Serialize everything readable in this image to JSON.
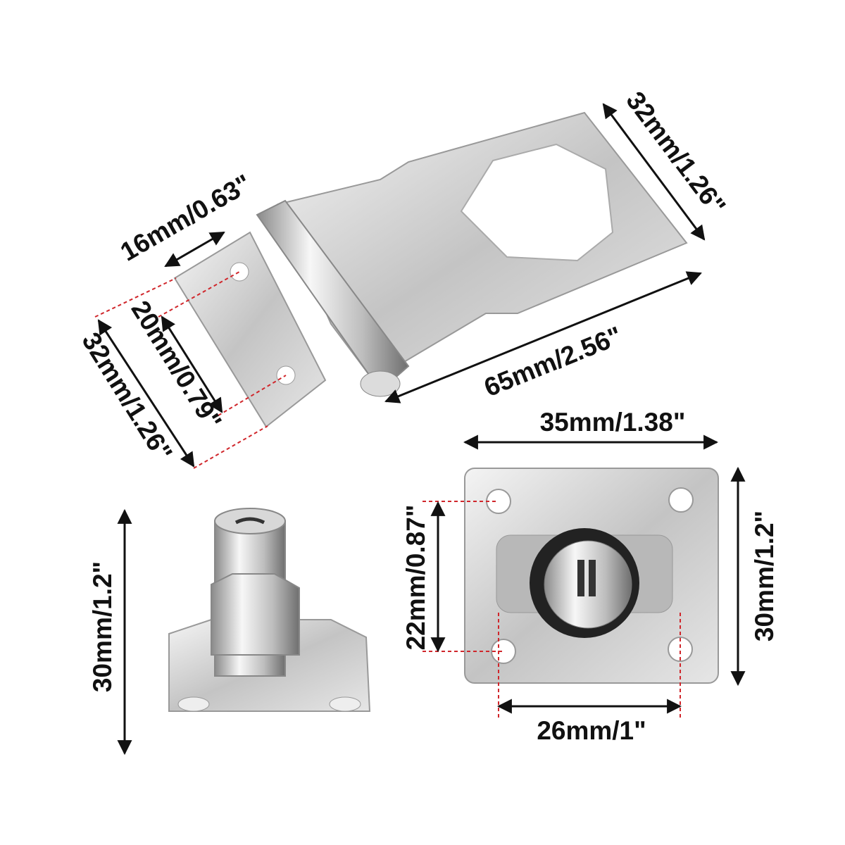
{
  "labels": {
    "hasp_width_right": "32mm/1.26\"",
    "hinge_leaf_width": "16mm/0.63\"",
    "hasp_length": "65mm/2.56\"",
    "hinge_hole_spacing": "20mm/0.79\"",
    "hinge_leaf_height": "32mm/1.26\"",
    "lock_plate_width": "35mm/1.38\"",
    "lock_hole_vertical_spacing": "22mm/0.87\"",
    "lock_plate_height": "30mm/1.2\"",
    "lock_hole_horizontal_spacing": "26mm/1\"",
    "lock_side_height": "30mm/1.2\""
  },
  "colors": {
    "dimension_line": "#111111",
    "guide_line": "#d0262b",
    "metal": "#c9c9c9"
  }
}
